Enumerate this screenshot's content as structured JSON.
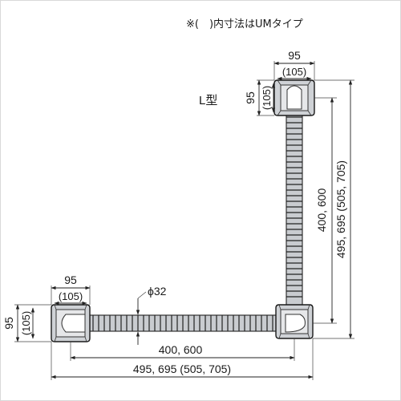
{
  "note": "※(　)内寸法はUMタイプ",
  "type_label": "L型",
  "top_mount": {
    "width": "95",
    "width_um": "(105)",
    "height": "95",
    "height_um": "(105)"
  },
  "left_mount": {
    "width": "95",
    "width_um": "(105)",
    "height": "95",
    "height_um": "(105)"
  },
  "vertical": {
    "inner": "400, 600",
    "outer": "495, 695 (505, 705)"
  },
  "horizontal": {
    "inner": "400, 600",
    "outer": "495, 695 (505, 705)"
  },
  "diameter": "ϕ32"
}
